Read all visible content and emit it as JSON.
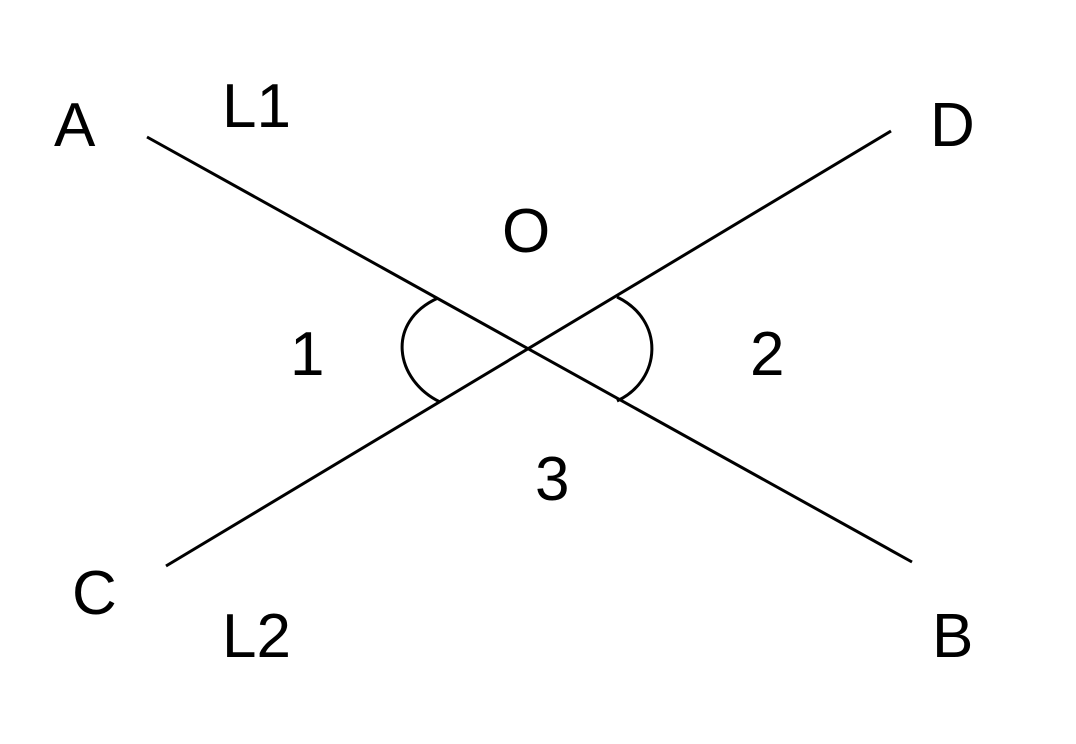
{
  "points": {
    "A": "A",
    "B": "B",
    "C": "C",
    "D": "D",
    "O": "O"
  },
  "lines": {
    "L1": "L1",
    "L2": "L2"
  },
  "angles": {
    "angle1": "1",
    "angle2": "2",
    "angle3": "3"
  },
  "colors": {
    "stroke": "#000000",
    "background": "#ffffff"
  }
}
